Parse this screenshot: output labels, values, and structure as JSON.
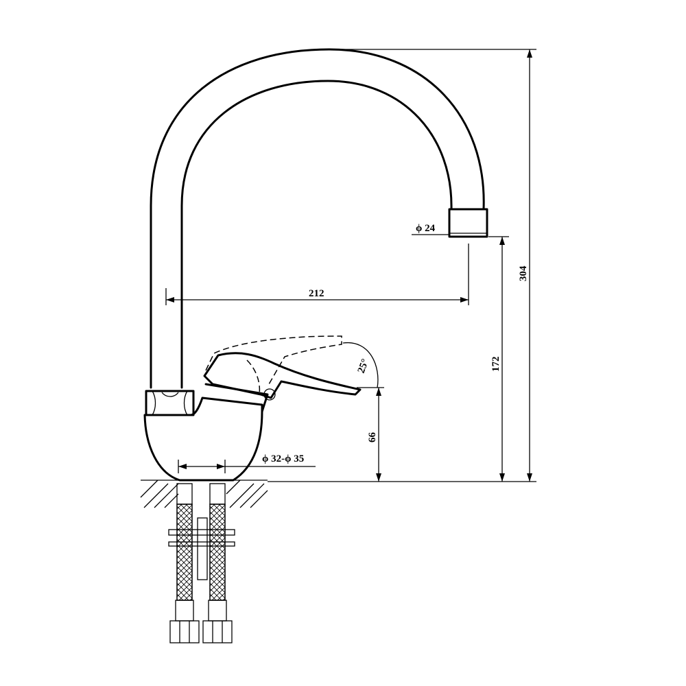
{
  "dimensions": {
    "spout_outlet_diameter": "ϕ 24",
    "reach": "212",
    "total_height": "304",
    "spout_height": "172",
    "handle_height": "66",
    "lever_angle": "25°",
    "mounting_hole_diameter": "ϕ 32-ϕ 35"
  },
  "colors": {
    "line": "#000000",
    "background": "#ffffff"
  }
}
